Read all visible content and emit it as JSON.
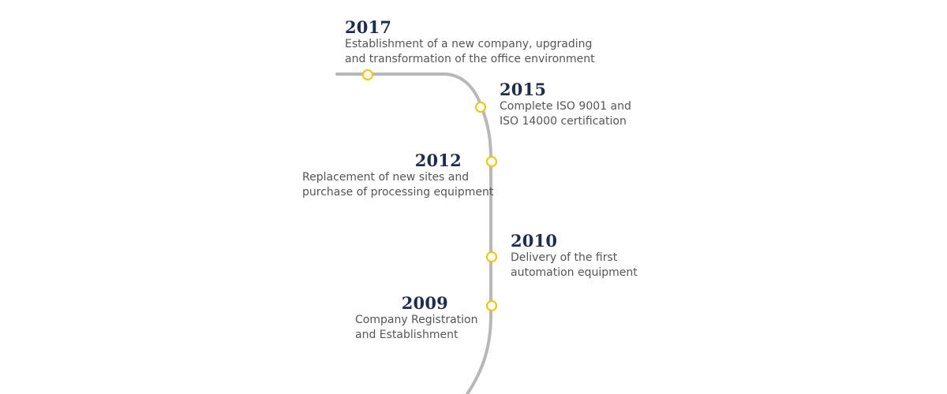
{
  "colors": {
    "path": "#b8b8b8",
    "node_stroke": "#f2c500",
    "node_fill": "#ffffff",
    "year": "#1f2d4d",
    "text": "#555555"
  },
  "milestones": [
    {
      "year": "2017",
      "lines": [
        "Establishment of a new company, upgrading",
        "and transformation of the office environment"
      ]
    },
    {
      "year": "2015",
      "lines": [
        "Complete ISO 9001 and",
        "ISO 14000 certification"
      ]
    },
    {
      "year": "2012",
      "lines": [
        "Replacement of new sites and",
        "purchase of processing equipment"
      ]
    },
    {
      "year": "2010",
      "lines": [
        "Delivery of the first",
        "automation equipment"
      ]
    },
    {
      "year": "2009",
      "lines": [
        "Company Registration",
        "and Establishment"
      ]
    }
  ]
}
